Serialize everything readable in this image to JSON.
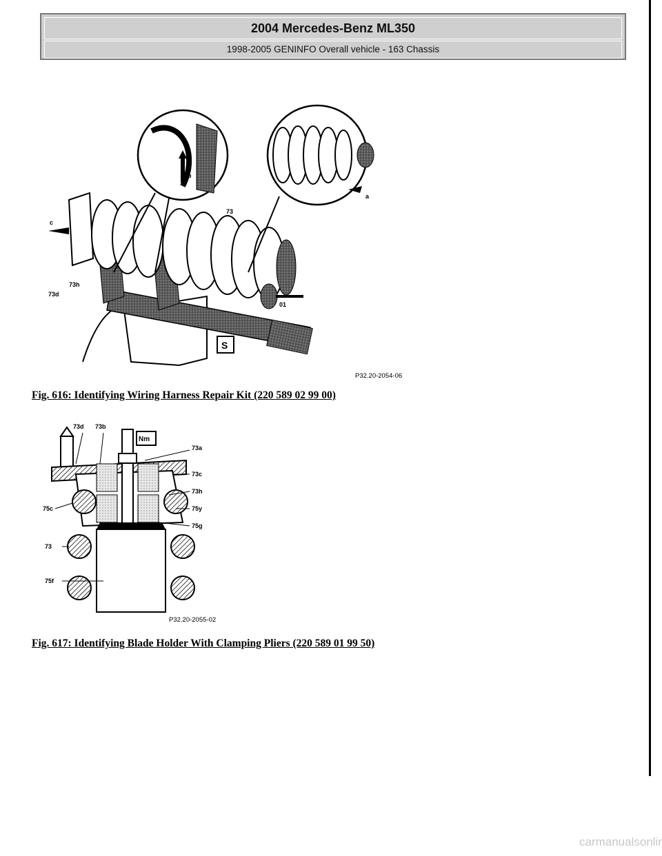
{
  "header": {
    "title": "2004 Mercedes-Benz ML350",
    "subtitle": "1998-2005 GENINFO Overall vehicle - 163 Chassis"
  },
  "figures": [
    {
      "caption": "Fig. 616: Identifying Wiring Harness Repair Kit (220 589 02 99 00)",
      "ref": "P32.20-2054-06",
      "labels": [
        "73",
        "73d",
        "73h",
        "c",
        "b",
        "a",
        "01"
      ]
    },
    {
      "caption": "Fig. 617: Identifying Blade Holder With Clamping Pliers (220 589 01 99 50)",
      "ref": "P32.20-2055-02",
      "labels": [
        "73d",
        "73b",
        "Nm",
        "73a",
        "73c",
        "73h",
        "75c",
        "75y",
        "75g",
        "73",
        "75f"
      ]
    }
  ],
  "watermark": "carmanualsonline.info"
}
